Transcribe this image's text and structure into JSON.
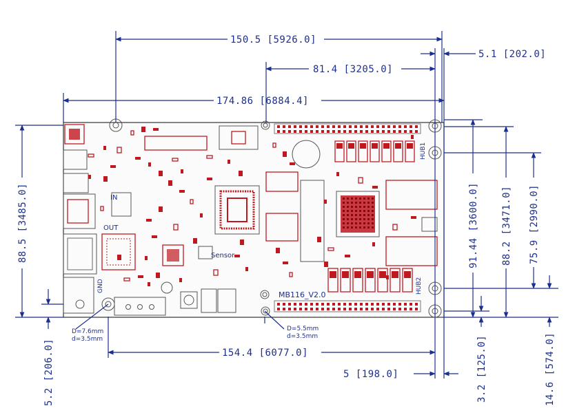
{
  "dimensions": {
    "top_width_1": "150.5 [5926.0]",
    "top_width_2": "81.4 [3205.0]",
    "right_offset_1": "5.1 [202.0]",
    "overall_width": "174.86 [6884.4]",
    "left_height": "88.5 [3485.0]",
    "right_height_1": "91.44 [3600.0]",
    "right_height_2": "88.2 [3471.0]",
    "right_height_3": "75.9 [2990.0]",
    "bottom_width": "154.4 [6077.0]",
    "bottom_left_offset": "5.2 [206.0]",
    "bottom_right_offset": "5 [198.0]",
    "bottom_vert_1": "3.2 [125.0]",
    "bottom_vert_2": "14.6 [574.0]"
  },
  "hole_notes": {
    "left_big_d": "D=7.6mm",
    "left_small_d": "d=3.5mm",
    "mid_big_d": "D=5.5mm",
    "mid_small_d": "d=3.5mm"
  },
  "board_labels": {
    "model": "MB116_V2.0",
    "sensor": "Sensor",
    "in": "IN",
    "out": "OUT",
    "gnd": "GND",
    "hub1": "HUB1",
    "hub2": "HUB2"
  }
}
